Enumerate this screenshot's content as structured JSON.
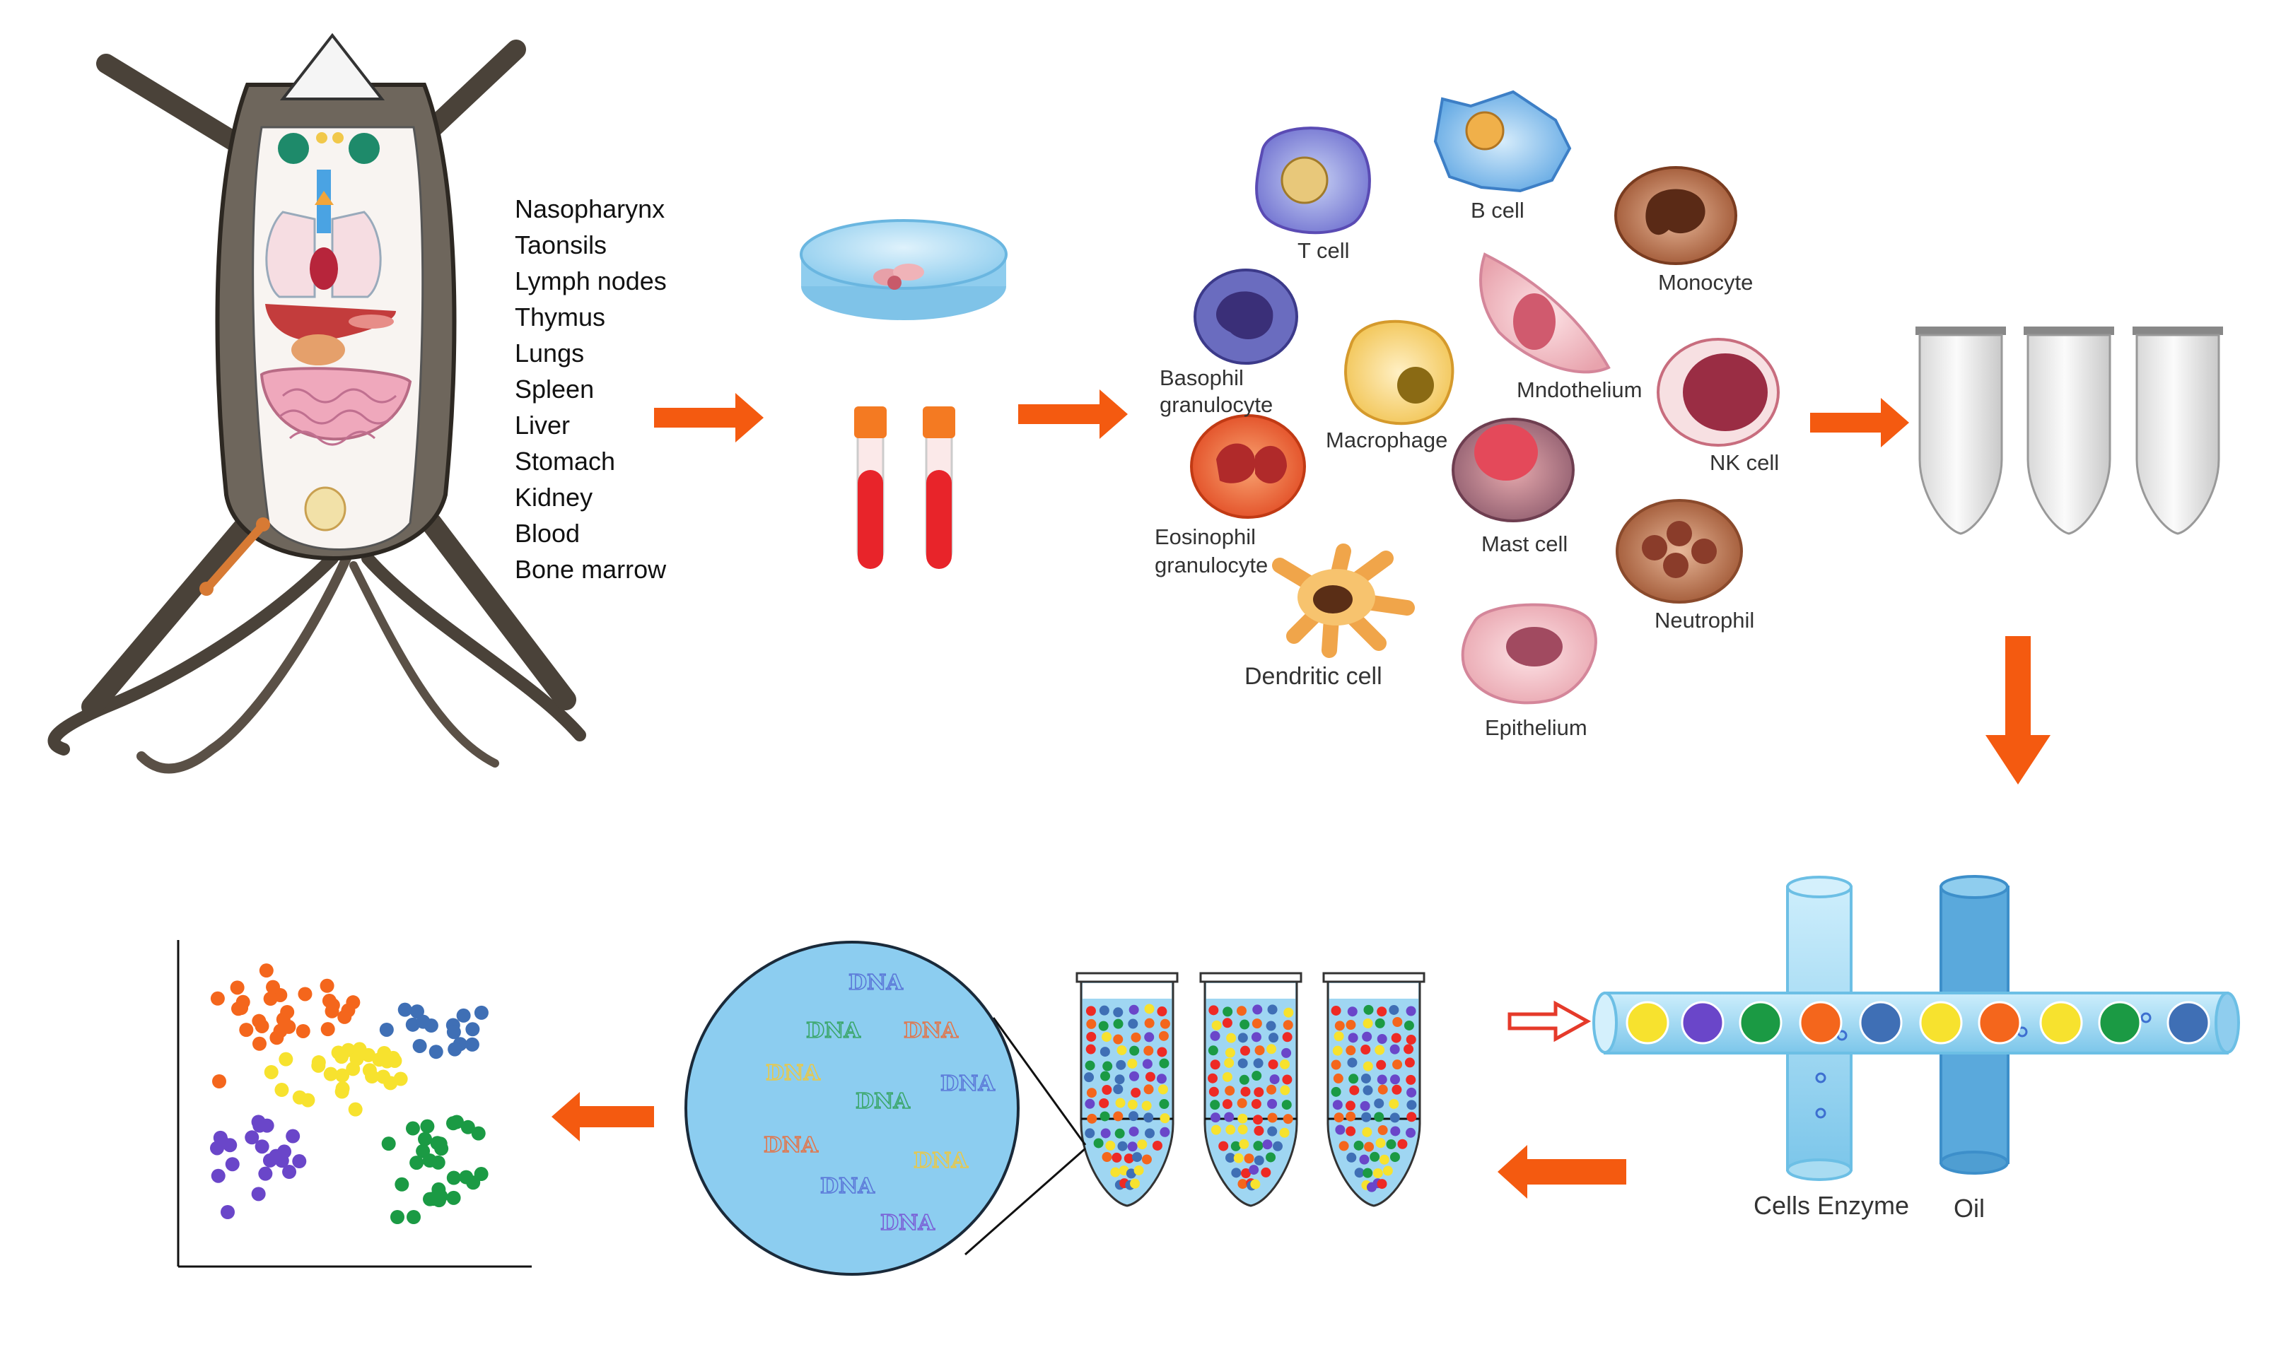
{
  "organs": [
    "Nasopharynx",
    "Taonsils",
    "Lymph nodes",
    "Thymus",
    "Lungs",
    "Spleen",
    "Liver",
    "Stomach",
    "Kidney",
    "Blood",
    "Bone marrow"
  ],
  "cells": {
    "t_cell": "T cell",
    "b_cell": "B cell",
    "monocyte": "Monocyte",
    "basophil_1": "Basophil",
    "basophil_2": "granulocyte",
    "macrophage": "Macrophage",
    "mndothelium": "Mndothelium",
    "nk_cell": "NK cell",
    "eosinophil_1": "Eosinophil",
    "eosinophil_2": "granulocyte",
    "mast_cell": "Mast cell",
    "neutrophil": "Neutrophil",
    "dendritic": "Dendritic cell",
    "epithelium": "Epithelium"
  },
  "microfluidic": {
    "cells_enzyme": "Cells Enzyme",
    "oil": "Oil"
  },
  "dna_label": "DNA",
  "colors": {
    "arrow": "#f45a10",
    "red": "#ee2a24",
    "orange": "#f4661c",
    "yellow": "#f7e22e",
    "blue": "#3f6fb5",
    "purple": "#6a46c9",
    "green": "#1b9a44",
    "channel": "#a9dcf2"
  }
}
